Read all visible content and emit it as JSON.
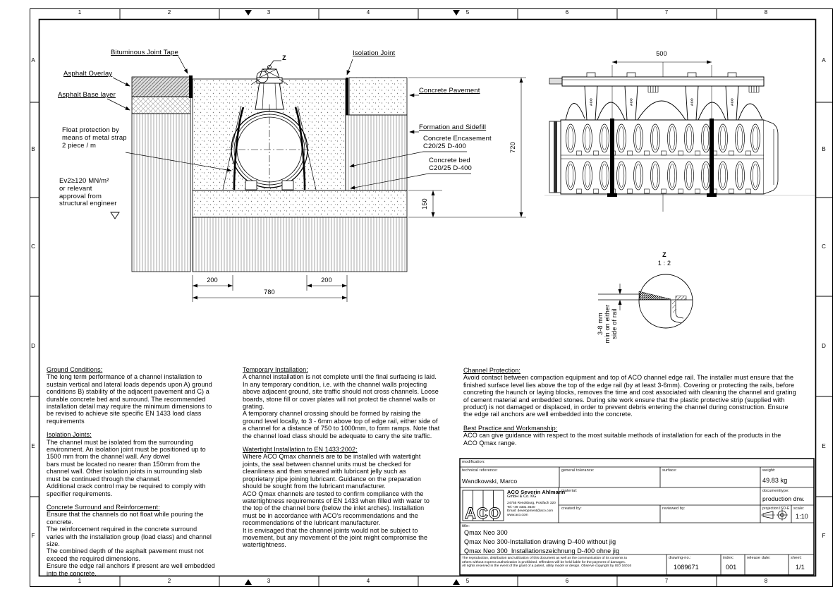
{
  "border": {
    "columns": [
      "1",
      "2",
      "3",
      "4",
      "5",
      "6",
      "7",
      "8"
    ],
    "rows": [
      "A",
      "B",
      "C",
      "D",
      "E",
      "F"
    ]
  },
  "cross_section": {
    "labels": {
      "bituminous_joint_tape": "Bituminous Joint Tape",
      "asphalt_overlay": "Asphalt Overlay",
      "asphalt_base_layer": "Asphalt Base layer",
      "float_protection": "Float protection by\nmeans of metal strap\n2 piece / m",
      "bearing_capacity": "Ev2≥120 MN/m²\nor relevant\napproval from\nstructural engineer",
      "isolation_joint": "Isolation Joint",
      "concrete_pavement": "Concrete Pavement",
      "formation_and_sidefill": "Formation and Sidefill",
      "concrete_encasement": "Concrete Encasement\nC20/25 D-400",
      "concrete_bed": "Concrete bed\nC20/25 D-400"
    },
    "dimensions": {
      "left_offset": "200",
      "trench_width": "780",
      "right_offset": "200",
      "overall_depth": "720",
      "bed_depth": "150"
    },
    "detail_mark": "Z"
  },
  "side_view": {
    "width_dimension": "500",
    "brand": "ACO"
  },
  "detail_z": {
    "label": "Z",
    "scale": "1 : 2",
    "note": "3-8 mm\nmin on either\nside of rail"
  },
  "notes": {
    "ground_conditions": {
      "heading": "Ground Conditions:",
      "body": "The long term performance of a channel installation to\nsustain vertical and lateral loads depends upon A) ground\nconditions B) stability of the adjacent pavement and C) a\ndurable concrete bed and surround. The recommended\ninstallation detail may require the minimum dimensions to\nbe revised to achieve site specific EN 1433 load class\nrequirements"
    },
    "isolation_joints": {
      "heading": "Isolation Joints:",
      "body": "The channel must be isolated from the surrounding\nenvironment. An isolation joint must be positioned up to\n1500 mm from the channel wall. Any dowel\nbars must be located no nearer than 150mm from the\nchannel wall. Other isolation joints in surrounding slab\nmust be continued through the channel.\nAdditional crack control may be required to comply with\nspecifier requirements."
    },
    "concrete_surround": {
      "heading": "Concrete Surround and Reinforcement:",
      "body": "Ensure that the channels do not float while pouring the\nconcrete.\nThe reinforcement required in the concrete surround\nvaries with the installation group (load class) and channel\nsize.\nThe combined depth of the asphalt pavement must not\nexceed the required dimensions.\nEnsure the edge rail anchors if present are well embedded\ninto the concrete."
    },
    "temporary_installation": {
      "heading": "Temporary Installation:",
      "body": "A channel installation is not complete until the final surfacing is laid.\nIn any temporary condition, i.e. with the channel walls projecting\nabove adjacent ground, site traffic should not cross channels. Loose\nboards, stone fill or cover plates will not protect tie channel walls or\ngrating.\nA temporary channel crossing should be formed by raising the\nground level locally, to 3 - 6mm above top of edge rail, either side of\na channel for a distance of 750 to 1000mm, to form ramps. Note that\nthe channel load class should be adequate to carry the site traffic."
    },
    "watertight_installation": {
      "heading": "Watertight Installation to EN 1433:2002:",
      "body": "Where ACO Qmax channels are to be installed with watertight\njoints, the seal between channel units must be checked for\ncleanliness and then smeared with lubricant jelly such as\nproprietary pipe joining lubricant. Guidance on the preparation\nshould be sought from the lubricant manufacturer.\nACO Qmax channels are tested to confirm compliance with the\nwatertightness requirements of EN 1433 when filled with water to\nthe top of the channel bore (below the inlet arches). Installation\nmust be in accordance with ACO's recommendations and the\nrecommendations of the lubricant manufacturer.\nIt is envisaged that the channel joints would not be subject to\nmovement, but any movement of the joint might compromise the\nwatertightness."
    },
    "channel_protection": {
      "heading": "Channel Protection:",
      "body": "Avoid contact between compaction equipment and top of ACO channel edge rail. The installer must ensure that the\nfinished surface level lies above the top of the edge rail (by at least 3-6mm). Covering or protecting the rails, before\nconcreting the haunch or laying blocks, removes the time and cost associated with cleaning the channel and grating\nof cement material and embedded stones. During site work ensure that the plastic protective strip (supplied with\nproduct) is not damaged or displaced, in order to prevent debris entering the channel during construction. Ensure\nthe edge rail anchors are well embedded into the concrete."
    },
    "best_practice": {
      "heading": "Best Practice and Workmanship:",
      "body": "ACO can give guidance with respect to the most suitable methods of installation for each of the products in the\nACO Qmax range."
    }
  },
  "title_block": {
    "modification_label": "modification:",
    "technical_reference_label": "technical reference:",
    "technical_reference": "Wandkowski, Marco",
    "general_tolerance_label": "general tolerance:",
    "surface_label": "surface:",
    "weight_label": "weight:",
    "weight": "49.83 kg",
    "material_label": "material:",
    "documenttype_label": "documenttype:",
    "documenttype": "production drw.",
    "created_by_label": "created by:",
    "reviewed_by_label": "reviewed by:",
    "projection_label": "projection:ISO-E",
    "scale_label": "scale:",
    "scale": "1:10",
    "company": {
      "logo_letters": [
        "A",
        "C",
        "O"
      ],
      "name": "ACO Severin Ahlmann",
      "legal_form": "GmbH & Co. KG",
      "address": "24755 Rendsburg, Postfach 320\nTel.+49 4331 3540\nEmail: development@aco.com\nwww.aco.com"
    },
    "title_label": "title:",
    "title_lines": [
      "Qmax Neo 300",
      "Qmax Neo 300-Installation drawing D-400 without jig",
      "Qmax Neo 300_Installationszeichnung D-400 ohne jig"
    ],
    "legal": "The reproduction, distribution and utilization of this document as well as the communication of its contents to\nothers without express authorization is prohibited. Offenders will be held liable for the payment of damages.\nAll rights reserved in the event of the grant of a patent, utility model or design. Observe copyright by ISO 16016",
    "drawing_no_label": "drawing-no.:",
    "drawing_no": "1089671",
    "index_label": "index:",
    "index": "001",
    "release_date_label": "release date:",
    "sheet_label": "sheet:",
    "sheet": "1/1"
  }
}
